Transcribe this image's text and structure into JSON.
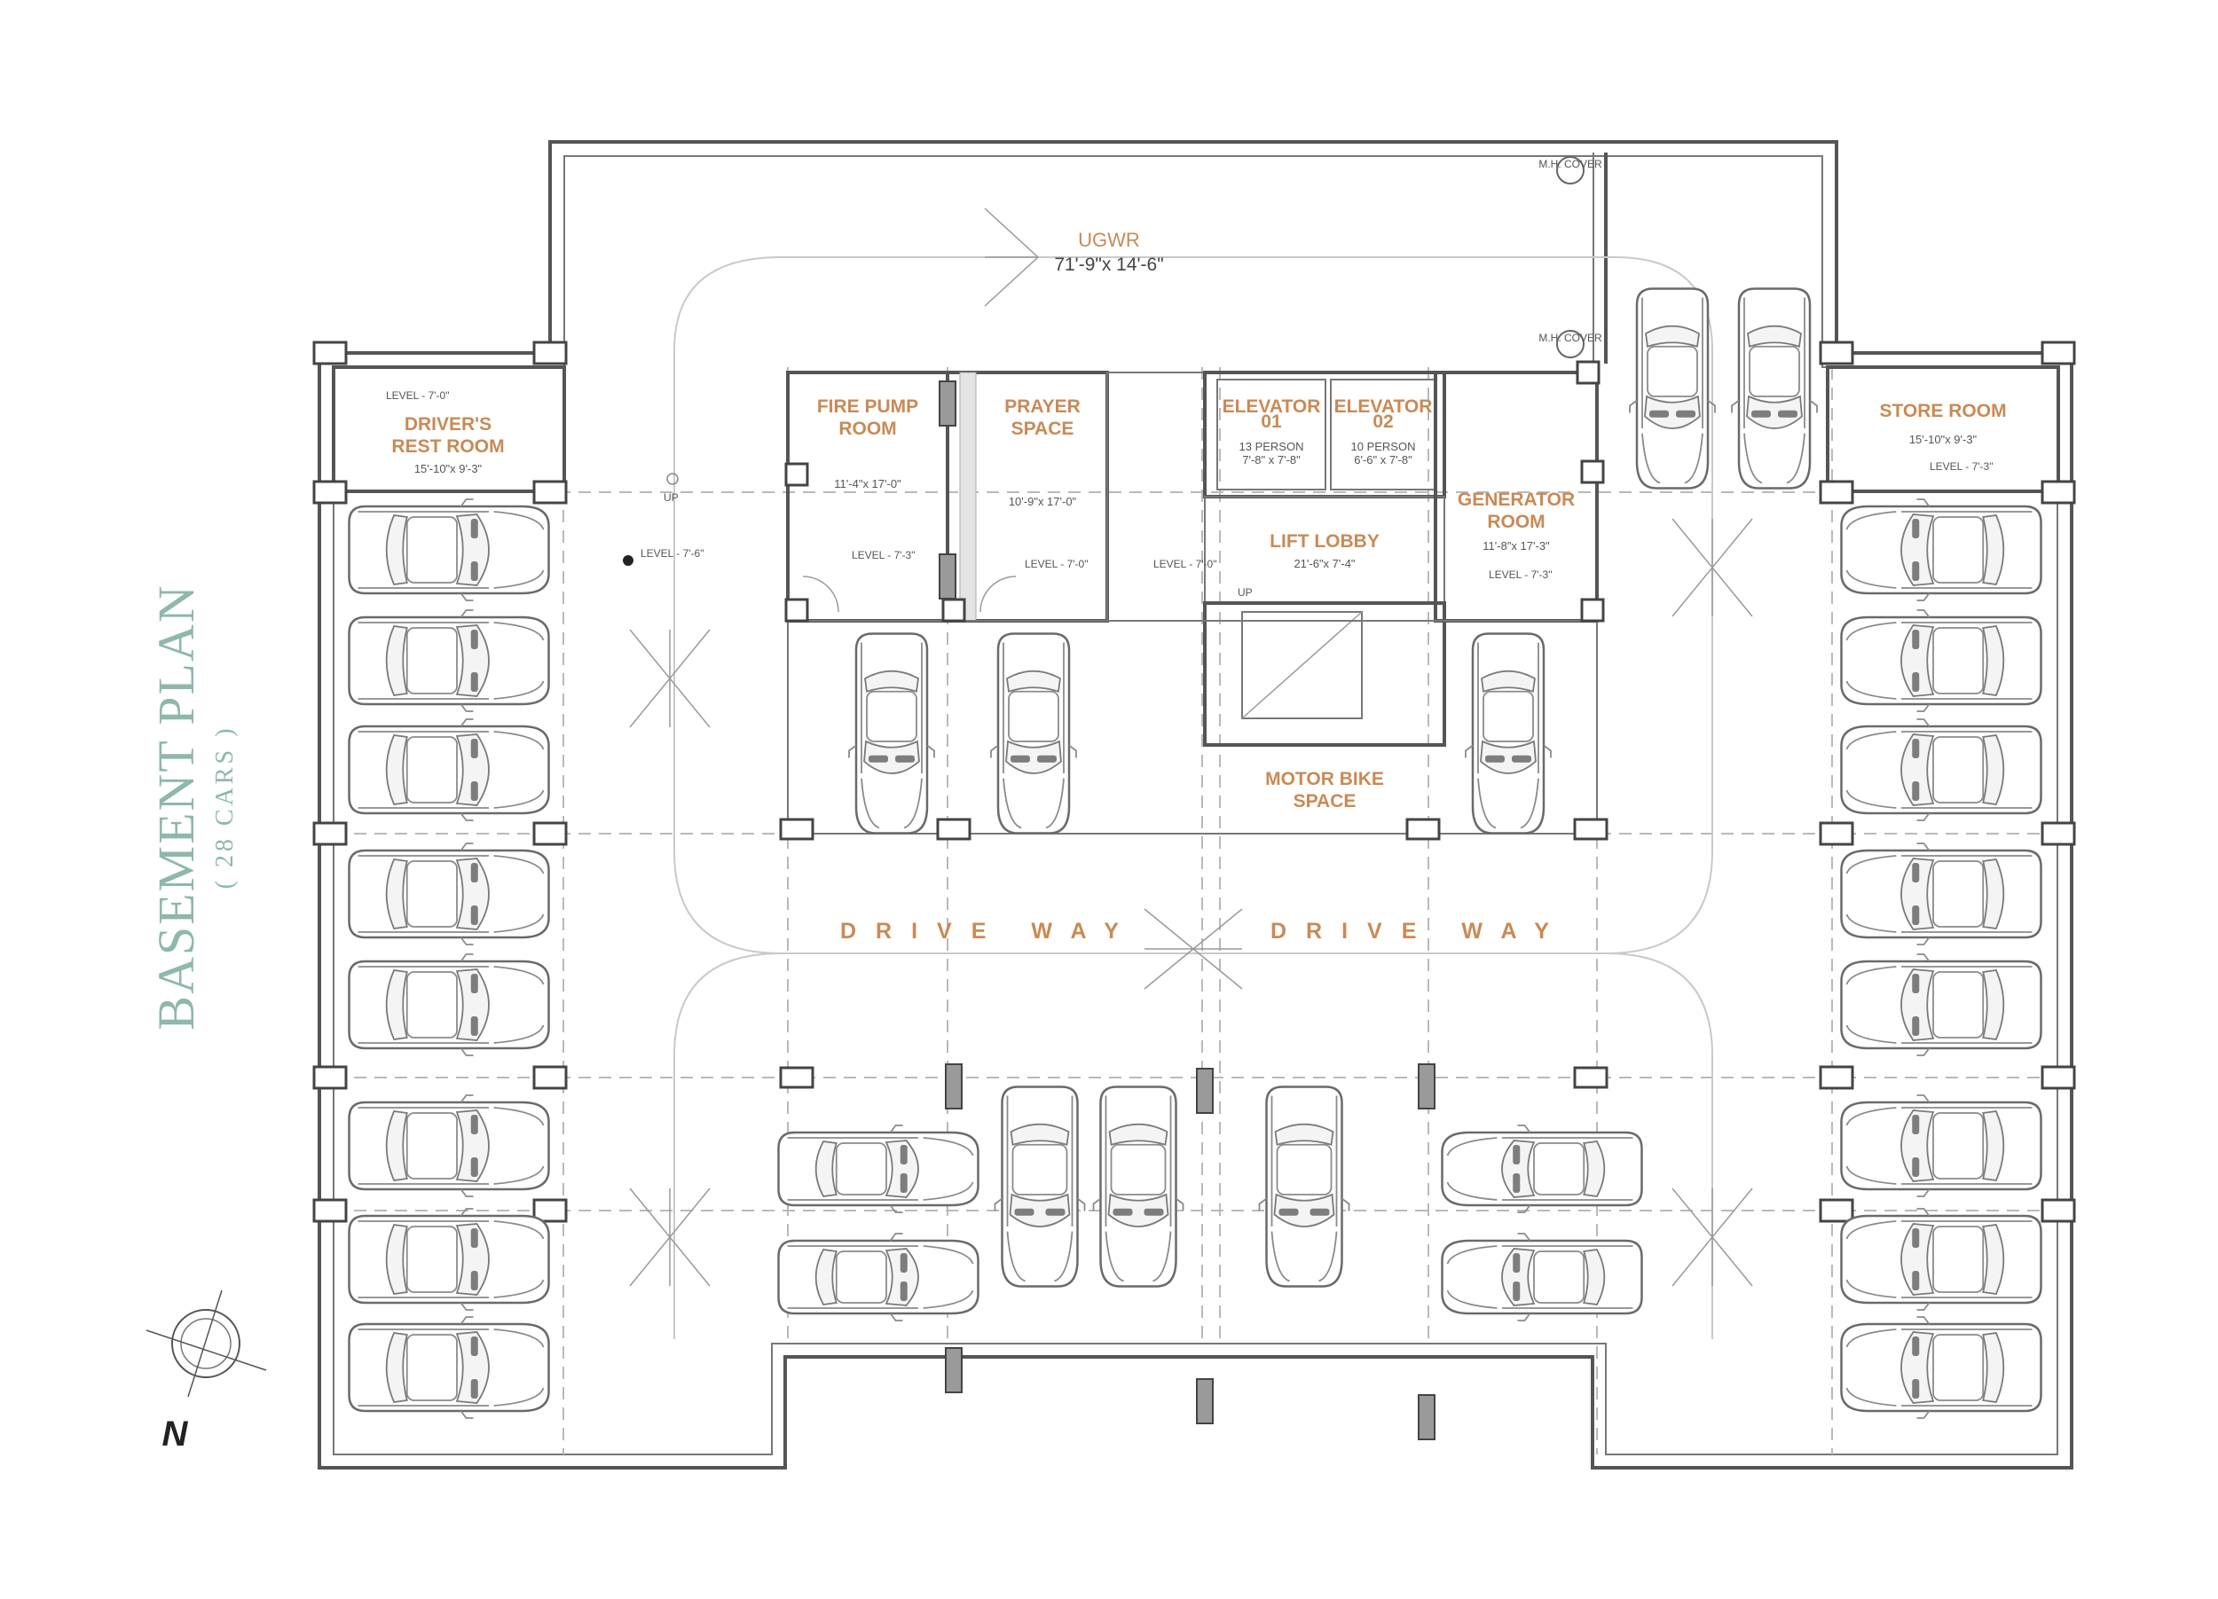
{
  "title": "BASEMENT PLAN",
  "subtitle": "( 28 CARS )",
  "north_label": "N",
  "ugwr": {
    "label": "UGWR",
    "dim": "71'-9\"x 14'-6\""
  },
  "mh_cover": "M.H. COVER",
  "rooms": {
    "drivers_rest": {
      "line1": "DRIVER'S",
      "line2": "REST ROOM",
      "dim": "15'-10\"x 9'-3\"",
      "level": "LEVEL - 7'-0\""
    },
    "fire_pump": {
      "line1": "FIRE PUMP",
      "line2": "ROOM",
      "dim": "11'-4\"x 17'-0\"",
      "level": "LEVEL - 7'-3\""
    },
    "prayer": {
      "line1": "PRAYER",
      "line2": "SPACE",
      "dim": "10'-9\"x 17'-0\"",
      "level": "LEVEL - 7'-0\""
    },
    "elevator1": {
      "line1": "ELEVATOR",
      "line2": "01",
      "persons": "13 PERSON",
      "dim": "7'-8\" x 7'-8\""
    },
    "elevator2": {
      "line1": "ELEVATOR",
      "line2": "02",
      "persons": "10 PERSON",
      "dim": "6'-6\" x 7'-8\""
    },
    "lift_lobby": {
      "line1": "LIFT LOBBY",
      "dim": "21'-6\"x 7'-4\""
    },
    "generator": {
      "line1": "GENERATOR",
      "line2": "ROOM",
      "dim": "11'-8\"x 17'-3\"",
      "level": "LEVEL - 7'-3\""
    },
    "store": {
      "line1": "STORE ROOM",
      "dim": "15'-10\"x 9'-3\"",
      "level": "LEVEL - 7'-3\""
    },
    "motor_bike": {
      "line1": "MOTOR BIKE",
      "line2": "SPACE"
    }
  },
  "levels": {
    "driveway_left": "LEVEL - 7'-6\"",
    "stair_core": "LEVEL - 7'-0\""
  },
  "up_labels": [
    "UP",
    "UP"
  ],
  "driveway": [
    "DRIVE WAY",
    "DRIVE WAY"
  ],
  "colors": {
    "accent": "#c98a55",
    "title": "#8eb8a9",
    "wall": "#555555"
  }
}
